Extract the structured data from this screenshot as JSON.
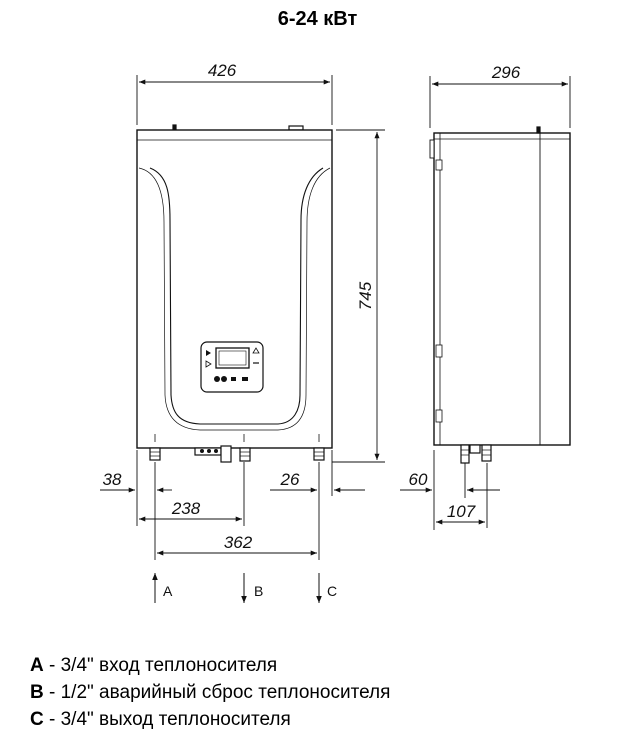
{
  "title": "6-24 кВт",
  "dimensions": {
    "front_width": "426",
    "side_depth": "296",
    "height": "745",
    "left_offset": "38",
    "a_to_b": "238",
    "right_offset": "26",
    "a_to_c": "362",
    "side_offset": "60",
    "side_pipe": "107"
  },
  "flows": {
    "a": "A",
    "b": "B",
    "c": "C"
  },
  "legend": [
    {
      "letter": "A",
      "text": " - 3/4\" вход теплоносителя"
    },
    {
      "letter": "B",
      "text": " - 1/2\" аварийный сброс теплоносителя"
    },
    {
      "letter": "C",
      "text": " - 3/4\" выход теплоносителя"
    }
  ]
}
